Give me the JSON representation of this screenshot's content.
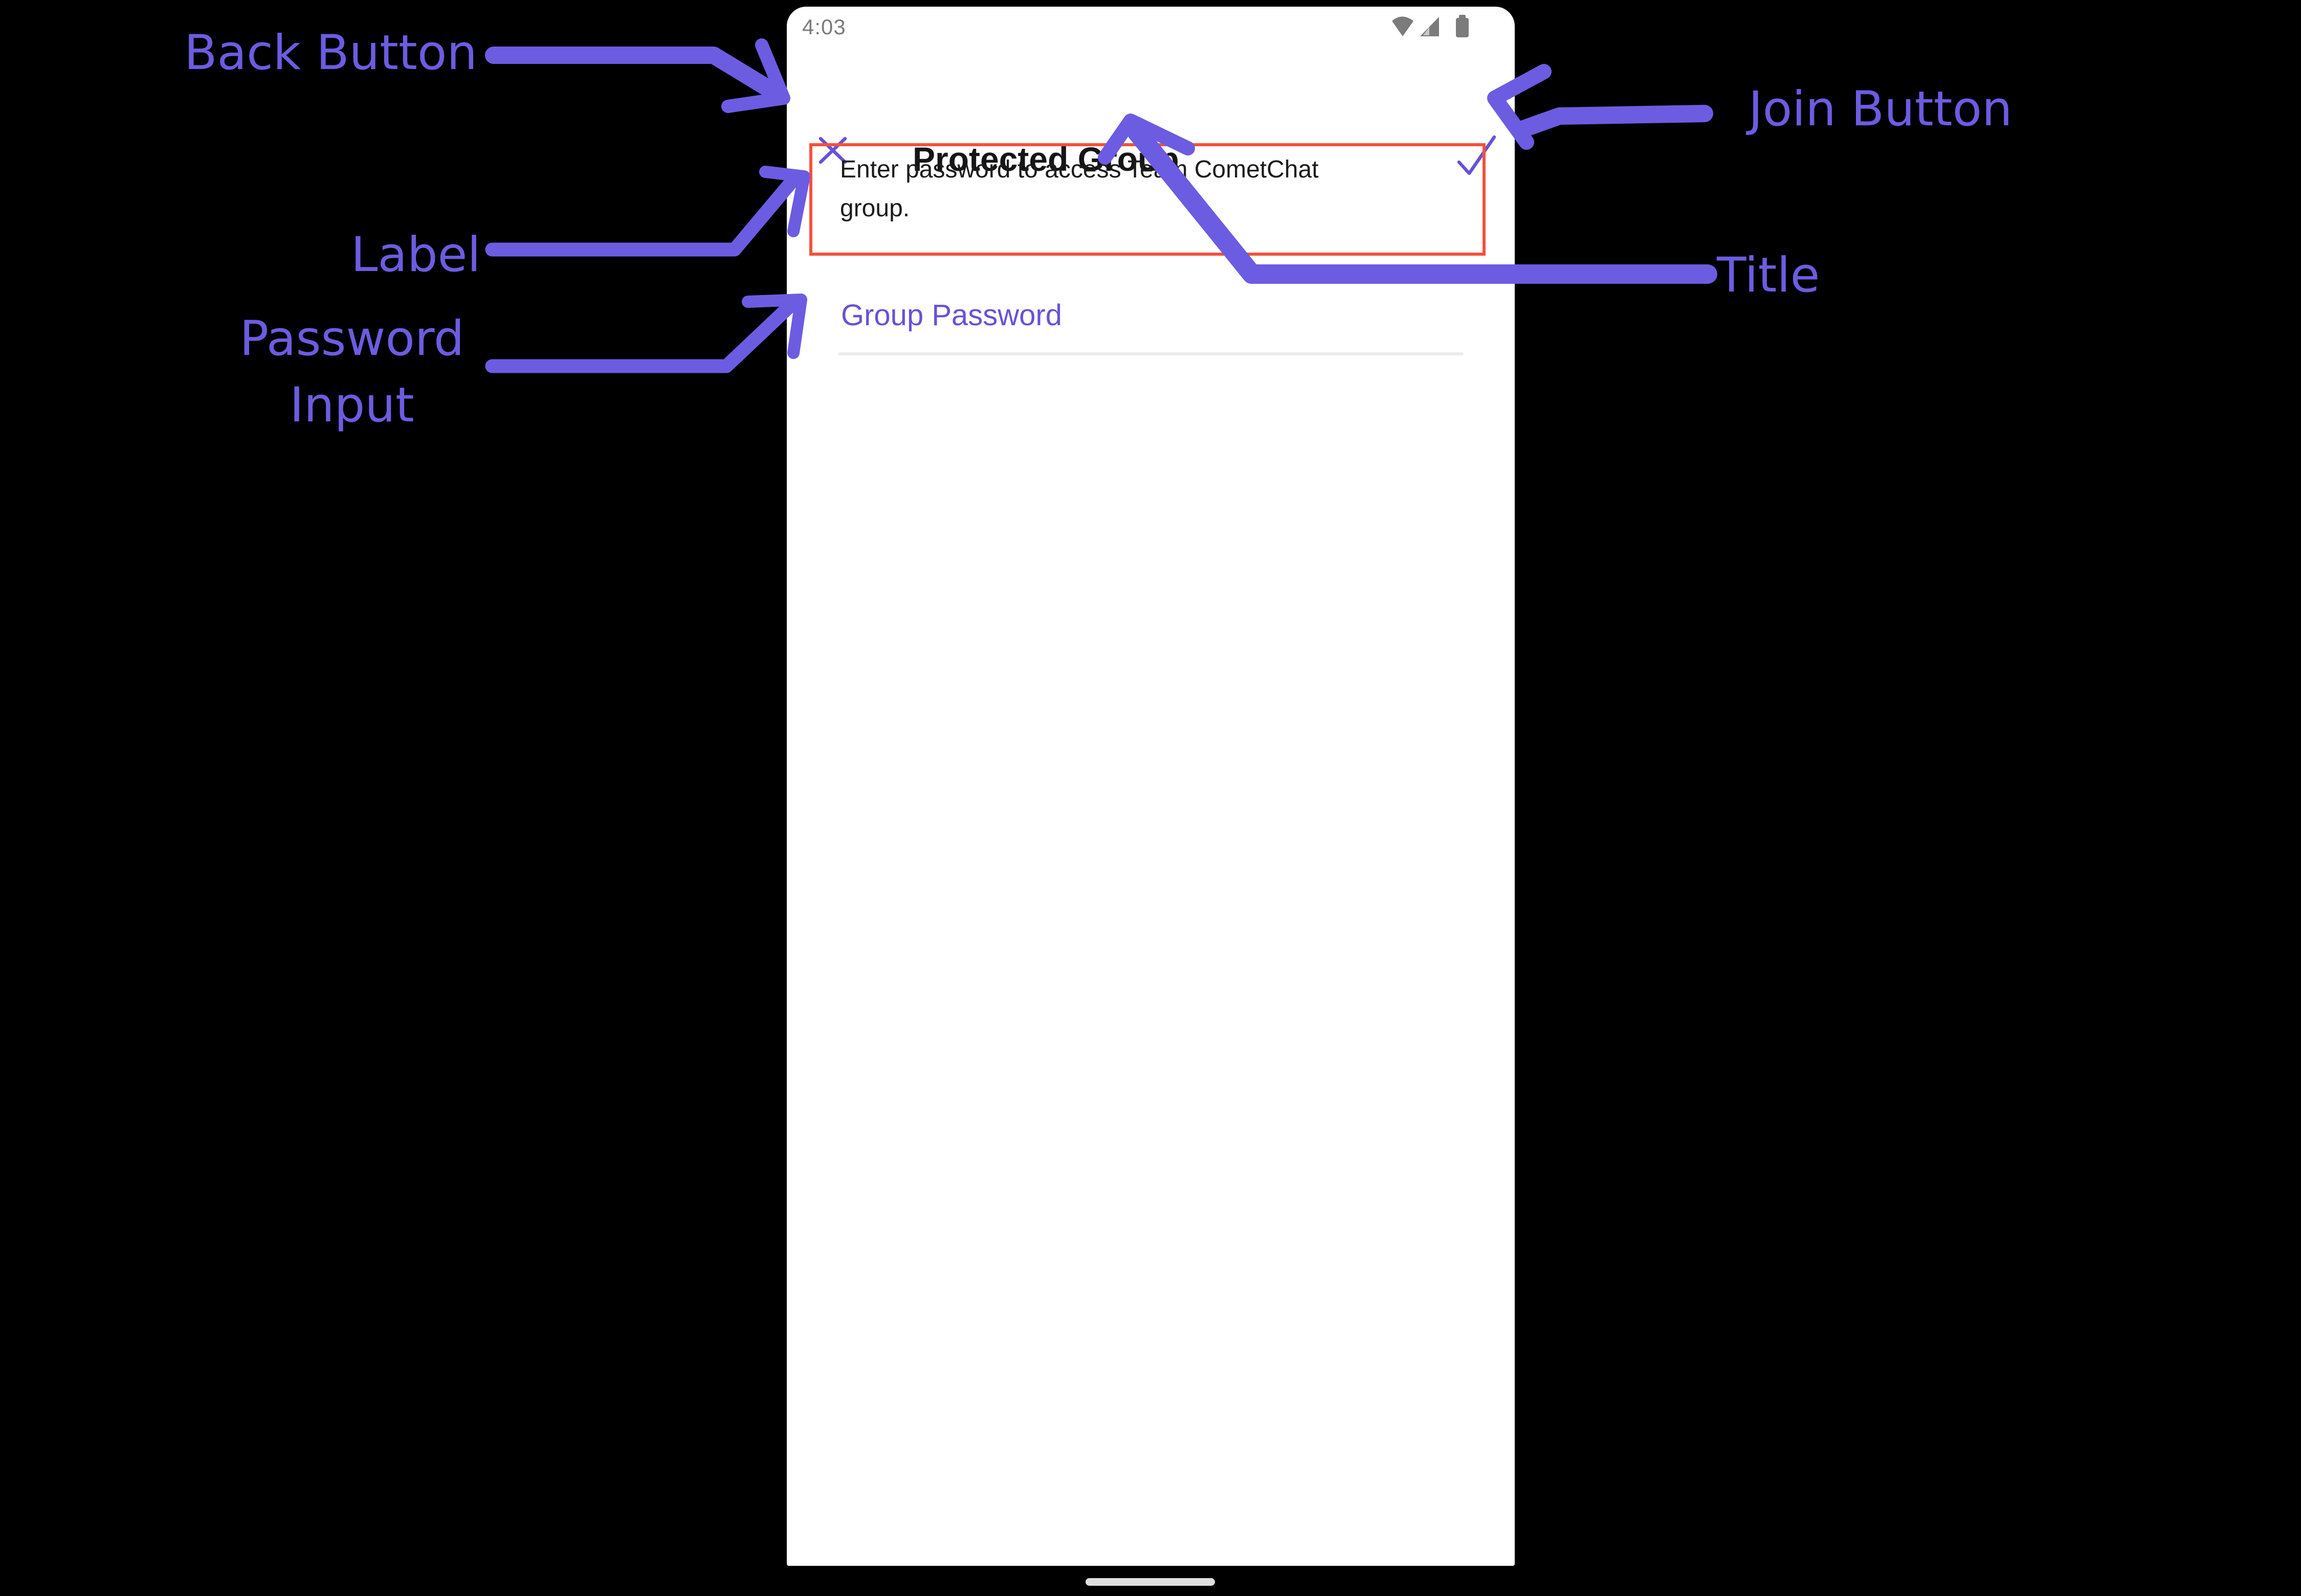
{
  "colors": {
    "background": "#000000",
    "annotation": "#6C5CE1",
    "app_accent": "#6852D6",
    "highlight_border": "#F4513C",
    "status_gray": "#7B7B7B",
    "title_text": "#151515",
    "label_text": "#1B1B1B",
    "underline": "#ECECEC",
    "home_bar": "#DEDEDE"
  },
  "annotations": {
    "back_button": {
      "label": "Back Button"
    },
    "label": {
      "label": "Label"
    },
    "password_input": {
      "label": "Password Input"
    },
    "join_button": {
      "label": "Join Button"
    },
    "title": {
      "label": "Title"
    }
  },
  "phone": {
    "status_bar": {
      "time": "4:03",
      "icons": [
        "wifi-icon",
        "cellular-signal-icon",
        "battery-icon"
      ]
    },
    "header": {
      "title": "Protected Group",
      "close_icon": "x-close",
      "join_icon": "checkmark"
    },
    "description": "Enter password to access Team CometChat group.",
    "password_field": {
      "label": "Group Password",
      "value": ""
    }
  }
}
